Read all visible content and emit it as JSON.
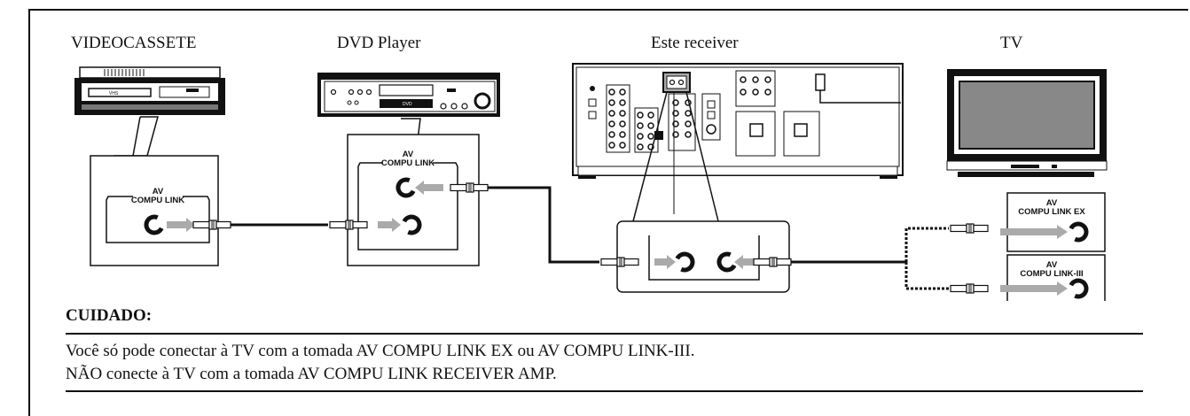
{
  "devices": {
    "vcr": "VIDEOCASSETE",
    "dvd": "DVD Player",
    "receiver": "Este receiver",
    "tv": "TV"
  },
  "panel_labels": {
    "av": "AV",
    "compu_link": "COMPU LINK",
    "compu_link_ex": "COMPU LINK EX",
    "compu_link_iii": "COMPU LINK-III"
  },
  "device_markings": {
    "vhs": "VHS",
    "dvd": "DVD"
  },
  "caution": {
    "title": "CUIDADO:",
    "line1": "Você só pode conectar à TV com a tomada AV COMPU LINK EX ou AV COMPU LINK-III.",
    "line2": "NÃO conecte à TV com a tomada AV COMPU LINK RECEIVER AMP."
  }
}
